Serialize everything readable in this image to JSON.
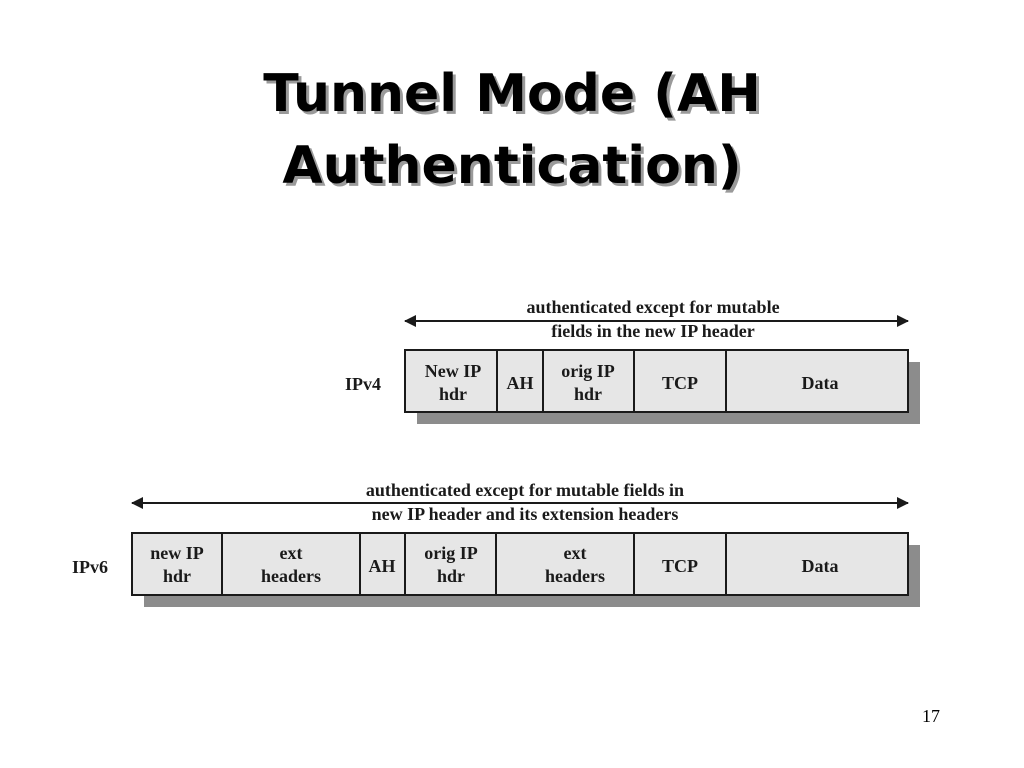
{
  "slide": {
    "title_line1": "Tunnel Mode (AH",
    "title_line2": "Authentication)",
    "page_number": "17"
  },
  "ipv4": {
    "label": "IPv4",
    "caption_line1": "authenticated except for mutable",
    "caption_line2": "fields in the new IP header",
    "fields": [
      {
        "line1": "New IP",
        "line2": "hdr"
      },
      {
        "line1": "AH",
        "line2": ""
      },
      {
        "line1": "orig IP",
        "line2": "hdr"
      },
      {
        "line1": "TCP",
        "line2": ""
      },
      {
        "line1": "Data",
        "line2": ""
      }
    ]
  },
  "ipv6": {
    "label": "IPv6",
    "caption_line1": "authenticated except for mutable fields in",
    "caption_line2": "new IP header and its extension headers",
    "fields": [
      {
        "line1": "new IP",
        "line2": "hdr"
      },
      {
        "line1": "ext",
        "line2": "headers"
      },
      {
        "line1": "AH",
        "line2": ""
      },
      {
        "line1": "orig IP",
        "line2": "hdr"
      },
      {
        "line1": "ext",
        "line2": "headers"
      },
      {
        "line1": "TCP",
        "line2": ""
      },
      {
        "line1": "Data",
        "line2": ""
      }
    ]
  },
  "colors": {
    "box_fill": "#e6e6e6",
    "shadow": "#8c8c8c",
    "stroke": "#1a1a1a"
  }
}
